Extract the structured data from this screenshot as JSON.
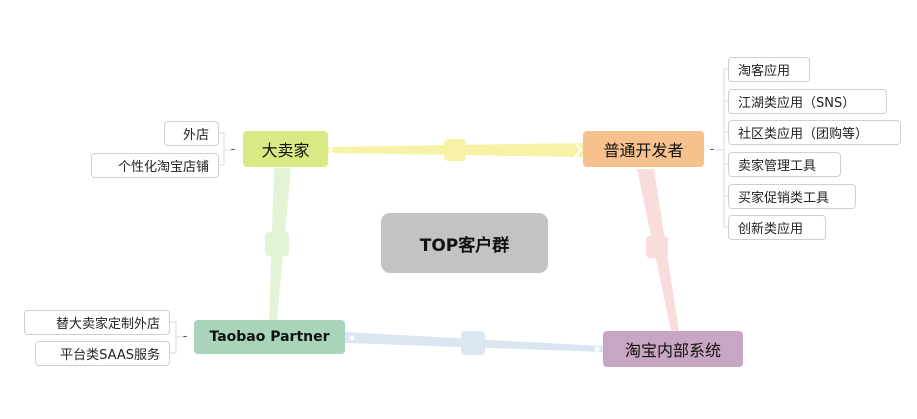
{
  "center": {
    "label": "TOP客户群"
  },
  "nodes": {
    "seller": {
      "label": "大卖家",
      "toggle": "-",
      "children": [
        "外店",
        "个性化淘宝店铺"
      ]
    },
    "developer": {
      "label": "普通开发者",
      "toggle": "-",
      "children": [
        "淘客应用",
        "江湖类应用（SNS）",
        "社区类应用（团购等）",
        "卖家管理工具",
        "买家促销类工具",
        "创新类应用"
      ]
    },
    "partner": {
      "label": "Taobao Partner",
      "toggle": "-",
      "children": [
        "替大卖家定制外店",
        "平台类SAAS服务"
      ]
    },
    "internal": {
      "label": "淘宝内部系统"
    }
  },
  "colors": {
    "seller": "#dbe985",
    "developer": "#f6c18d",
    "partner": "#a8d5b9",
    "internal": "#c6a6c2",
    "center": "#c3c3c3",
    "link_seller_developer": "#f8f2a6",
    "link_developer_internal": "#f9dcdc",
    "link_internal_partner": "#dce6f3",
    "link_partner_seller": "#e3f4d6"
  }
}
